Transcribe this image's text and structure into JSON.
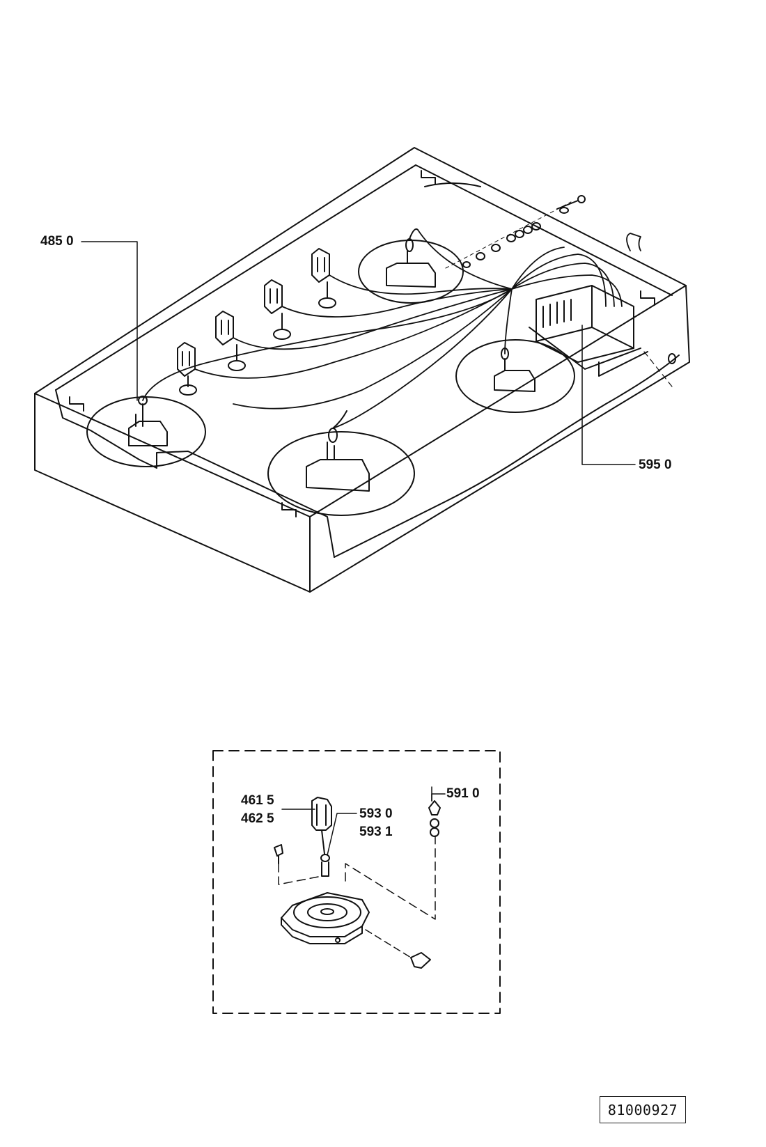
{
  "labels": {
    "part_485_0": "485 0",
    "part_595_0": "595 0",
    "part_461_5": "461 5",
    "part_462_5": "462 5",
    "part_593_0": "593 0",
    "part_593_1": "593 1",
    "part_591_0": "591 0"
  },
  "document_number": "81000927"
}
